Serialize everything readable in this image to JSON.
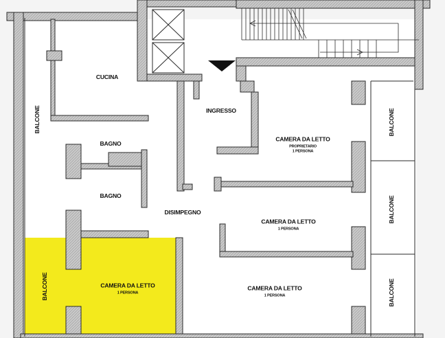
{
  "rooms": {
    "cucina": "CUCINA",
    "ingresso": "INGRESSO",
    "bagno_1": "BAGNO",
    "bagno_2": "BAGNO",
    "disimpegno": "DISIMPEGNO",
    "camera_1": {
      "name": "CAMERA DA LETTO",
      "line1": "PROPRIETARIO",
      "line2": "1 PERSONA"
    },
    "camera_2": {
      "name": "CAMERA DA LETTO",
      "line1": "1 PERSONA"
    },
    "camera_3": {
      "name": "CAMERA DA LETTO",
      "line1": "1 PERSONA"
    },
    "camera_4": {
      "name": "CAMERA DA LETTO",
      "line1": "1 PERSONA"
    },
    "balcone_left_top": "BALCONE",
    "balcone_left_bottom": "BALCONE",
    "balcone_right_1": "BALCONE",
    "balcone_right_2": "BALCONE",
    "balcone_right_3": "BALCONE"
  },
  "colors": {
    "highlight": "#f3ea1c",
    "wall_fill": "#c4c4c4",
    "wall_stroke": "#2a2a2a",
    "outside": "#f2f2f2"
  }
}
